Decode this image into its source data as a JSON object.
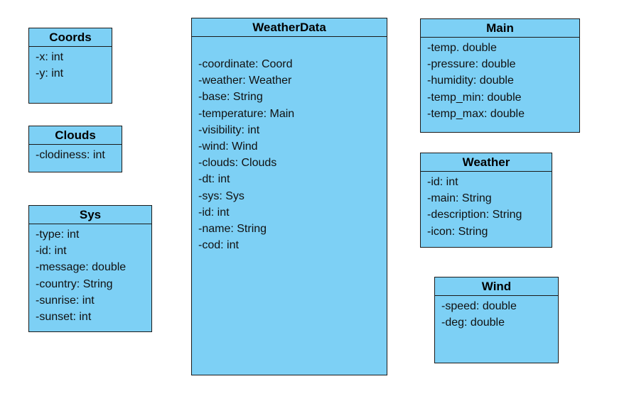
{
  "classes": [
    {
      "id": "coords",
      "name": "Coords",
      "attributes": [
        "-x: int",
        "-y: int"
      ]
    },
    {
      "id": "clouds",
      "name": "Clouds",
      "attributes": [
        "-clodiness: int"
      ]
    },
    {
      "id": "sys",
      "name": "Sys",
      "attributes": [
        "-type: int",
        "-id: int",
        "-message: double",
        "-country: String",
        "-sunrise: int",
        "-sunset: int"
      ]
    },
    {
      "id": "weatherdata",
      "name": "WeatherData",
      "attributes": [
        "-coordinate: Coord",
        "-weather: Weather",
        "-base: String",
        "-temperature: Main",
        "-visibility: int",
        "-wind: Wind",
        "-clouds: Clouds",
        "-dt: int",
        "-sys: Sys",
        "-id: int",
        "-name: String",
        "-cod: int"
      ]
    },
    {
      "id": "main",
      "name": "Main",
      "attributes": [
        "-temp. double",
        "-pressure: double",
        "-humidity: double",
        "-temp_min: double",
        "-temp_max: double"
      ]
    },
    {
      "id": "weather",
      "name": "Weather",
      "attributes": [
        "-id: int",
        "-main: String",
        "-description: String",
        "-icon: String"
      ]
    },
    {
      "id": "wind",
      "name": "Wind",
      "attributes": [
        "-speed: double",
        "-deg: double"
      ]
    }
  ],
  "colors": {
    "class_fill": "#7dd0f5",
    "border": "#1a1a1a",
    "background": "#ffffff"
  }
}
